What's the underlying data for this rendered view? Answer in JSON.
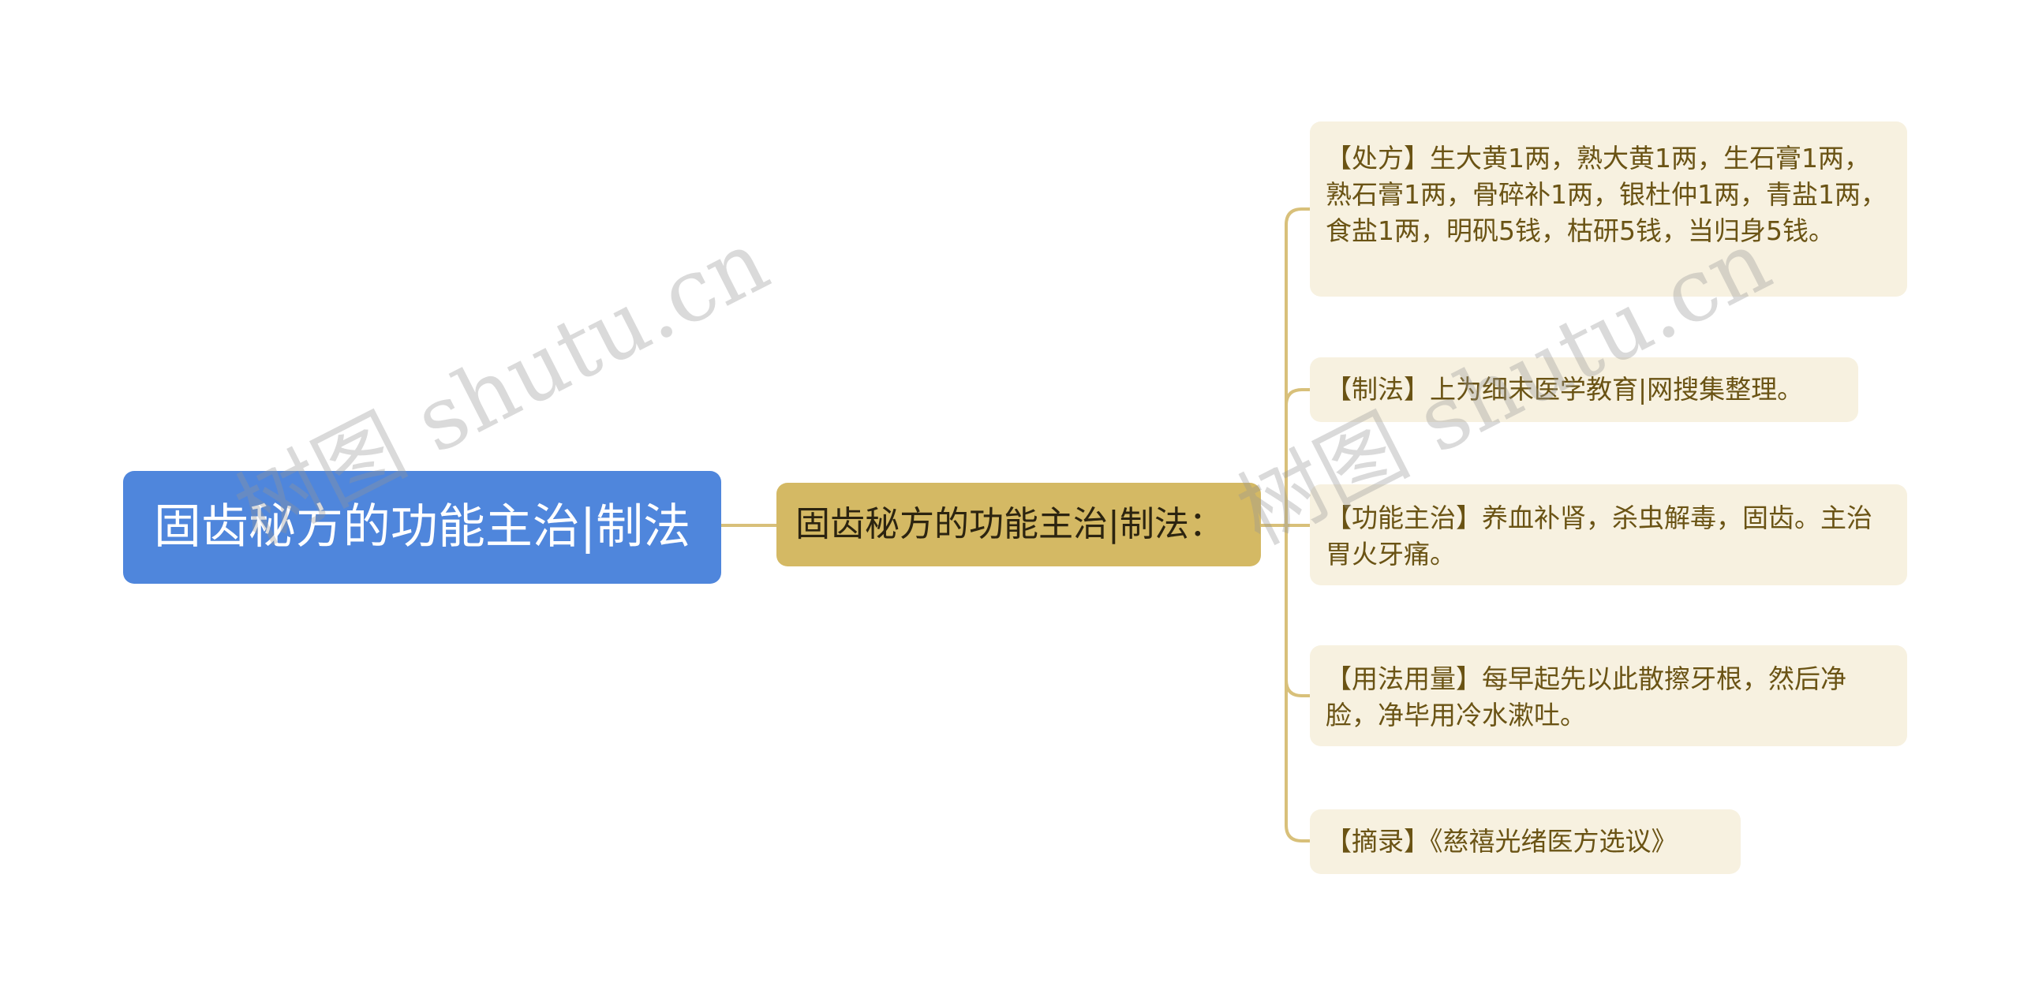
{
  "colors": {
    "root_fill": "#4f86dc",
    "sub_fill": "#d4b964",
    "leaf_fill": "#f7f1e0",
    "connector": "#d8c07a",
    "leaf_text": "#6a5314"
  },
  "mindmap": {
    "root": {
      "label": "固齿秘方的功能主治|制法"
    },
    "subtopic": {
      "label": "固齿秘方的功能主治|制法："
    },
    "leaves": [
      {
        "label": "【处方】生大黄1两，熟大黄1两，生石膏1两，熟石膏1两，骨碎补1两，银杜仲1两，青盐1两，食盐1两，明矾5钱，枯研5钱，当归身5钱。"
      },
      {
        "label": "【制法】上为细末医学教育|网搜集整理。"
      },
      {
        "label": "【功能主治】养血补肾，杀虫解毒，固齿。主治胃火牙痛。"
      },
      {
        "label": "【用法用量】每早起先以此散擦牙根，然后净脸，净毕用冷水漱吐。"
      },
      {
        "label": "【摘录】《慈禧光绪医方选议》"
      }
    ]
  },
  "watermark": {
    "text": "树图 shutu.cn"
  }
}
